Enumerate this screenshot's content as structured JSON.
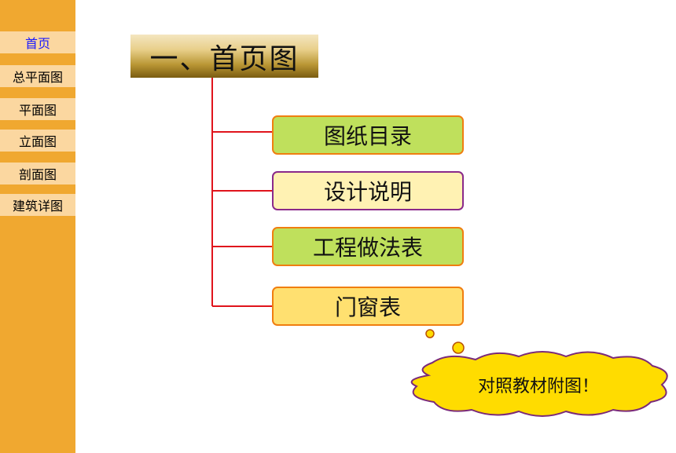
{
  "sidebar": {
    "items": [
      {
        "label": "首页",
        "active": true
      },
      {
        "label": "总平面图",
        "active": false
      },
      {
        "label": "平面图",
        "active": false
      },
      {
        "label": "立面图",
        "active": false
      },
      {
        "label": "剖面图",
        "active": false
      },
      {
        "label": "建筑详图",
        "active": false
      }
    ]
  },
  "title": "一、首页图",
  "menu": [
    {
      "label": "图纸目录"
    },
    {
      "label": "设计说明"
    },
    {
      "label": "工程做法表"
    },
    {
      "label": "门窗表"
    }
  ],
  "callout": {
    "text": "对照教材附图！"
  },
  "colors": {
    "sidebar_bg": "#f0a830",
    "nav_item_bg": "#fbd7a0",
    "active_nav_text": "#1a1aff",
    "connector_line": "#e0141c",
    "green_box": "#bfe05c",
    "cream_box": "#fff2b3",
    "yellow_box": "#ffe070",
    "cloud_fill": "#ffdc00",
    "cloud_border": "#7a2a7a"
  }
}
